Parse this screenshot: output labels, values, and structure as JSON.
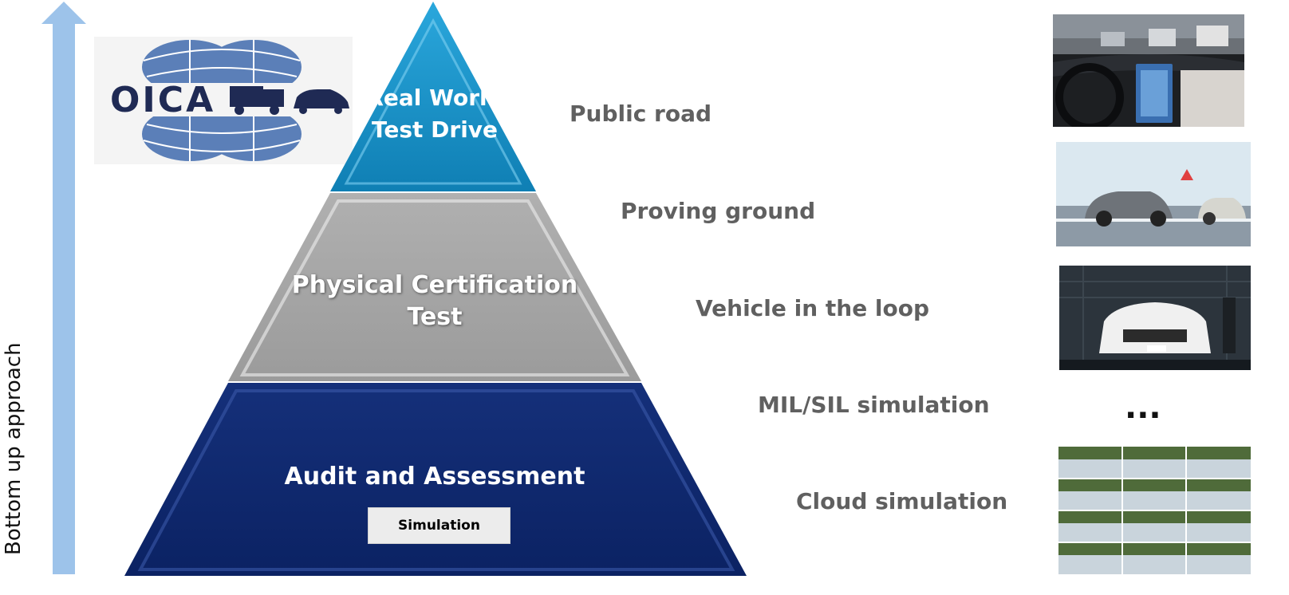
{
  "axis": {
    "label": "Bottom up approach",
    "arrow_color": "#9dc3ea"
  },
  "logo": {
    "text": "OICA",
    "color": "#1f2a54",
    "globe_color": "#5b7fb8"
  },
  "pyramid": {
    "tiers": [
      {
        "label": "Real World Test Drive",
        "color": "#1e93c8"
      },
      {
        "label": "Physical Certification Test",
        "color": "#a7a7a7"
      },
      {
        "label": "Audit and Assessment",
        "color": "#0f2a6d",
        "sublabel": "Simulation"
      }
    ]
  },
  "levels": [
    {
      "label": "Public road"
    },
    {
      "label": "Proving ground"
    },
    {
      "label": "Vehicle in the loop"
    },
    {
      "label": "MIL/SIL simulation"
    },
    {
      "label": "Cloud simulation"
    }
  ],
  "thumbnails": [
    {
      "name": "car-interior-public-road-photo"
    },
    {
      "name": "proving-ground-crash-test-photo"
    },
    {
      "name": "vehicle-in-the-loop-lab-photo"
    },
    {
      "name": "cloud-simulation-grid-screenshot"
    }
  ],
  "ellipsis": "..."
}
